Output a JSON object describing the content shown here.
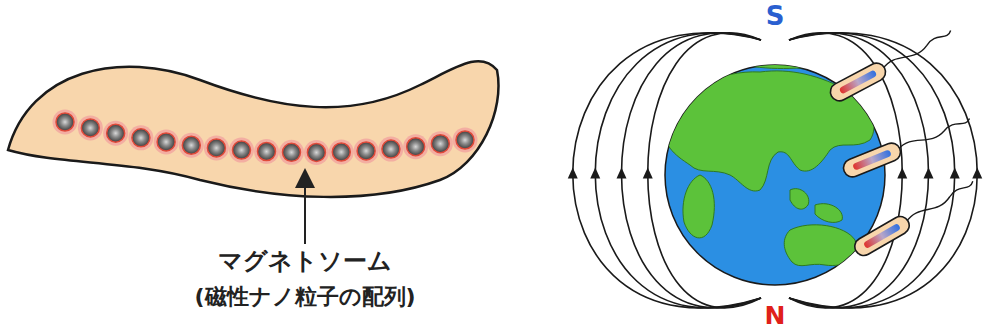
{
  "diagram": {
    "labels": [
      "マグネトソーム",
      "(磁性ナノ粒子の配列)",
      "S",
      "N"
    ]
  }
}
